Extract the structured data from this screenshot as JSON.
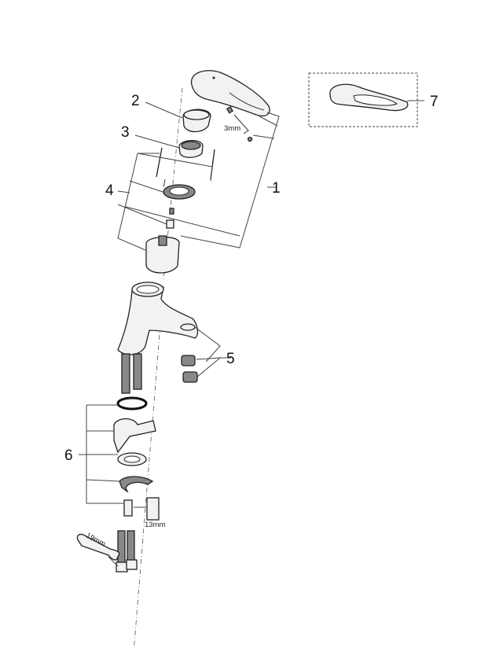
{
  "diagram": {
    "callouts": [
      "1",
      "2",
      "3",
      "4",
      "5",
      "6",
      "7"
    ],
    "dimensions": {
      "handle_hex_key": "3mm",
      "hex_socket": "13mm",
      "wrench": "19mm"
    }
  }
}
